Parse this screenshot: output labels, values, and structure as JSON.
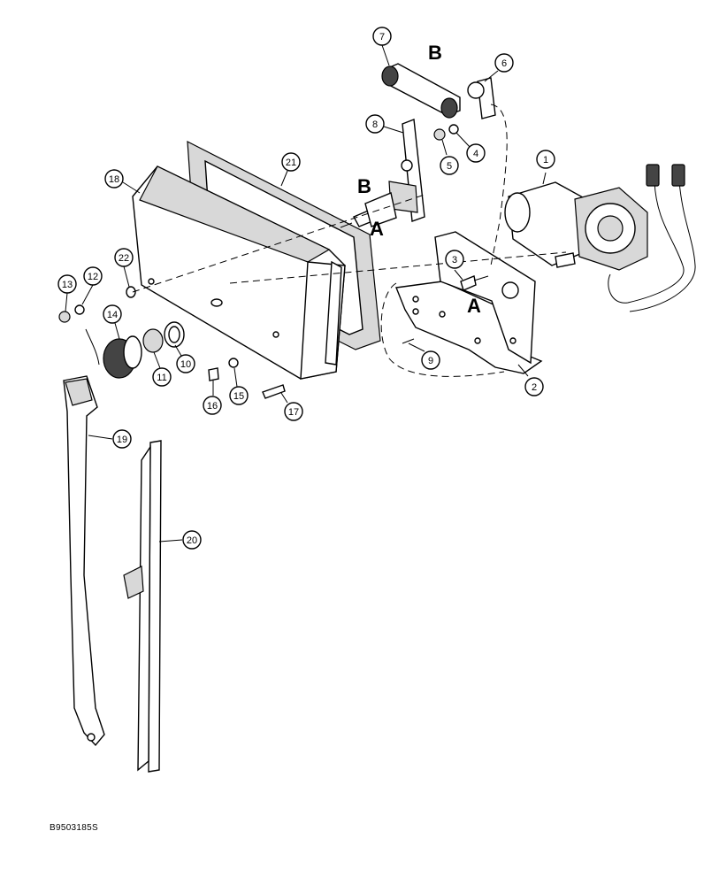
{
  "drawing_id": "B9503185S",
  "callouts": [
    "1",
    "2",
    "3",
    "4",
    "5",
    "6",
    "7",
    "8",
    "9",
    "10",
    "11",
    "12",
    "13",
    "14",
    "15",
    "16",
    "17",
    "18",
    "19",
    "20",
    "21",
    "22"
  ],
  "reference_letters": [
    "A",
    "B"
  ]
}
